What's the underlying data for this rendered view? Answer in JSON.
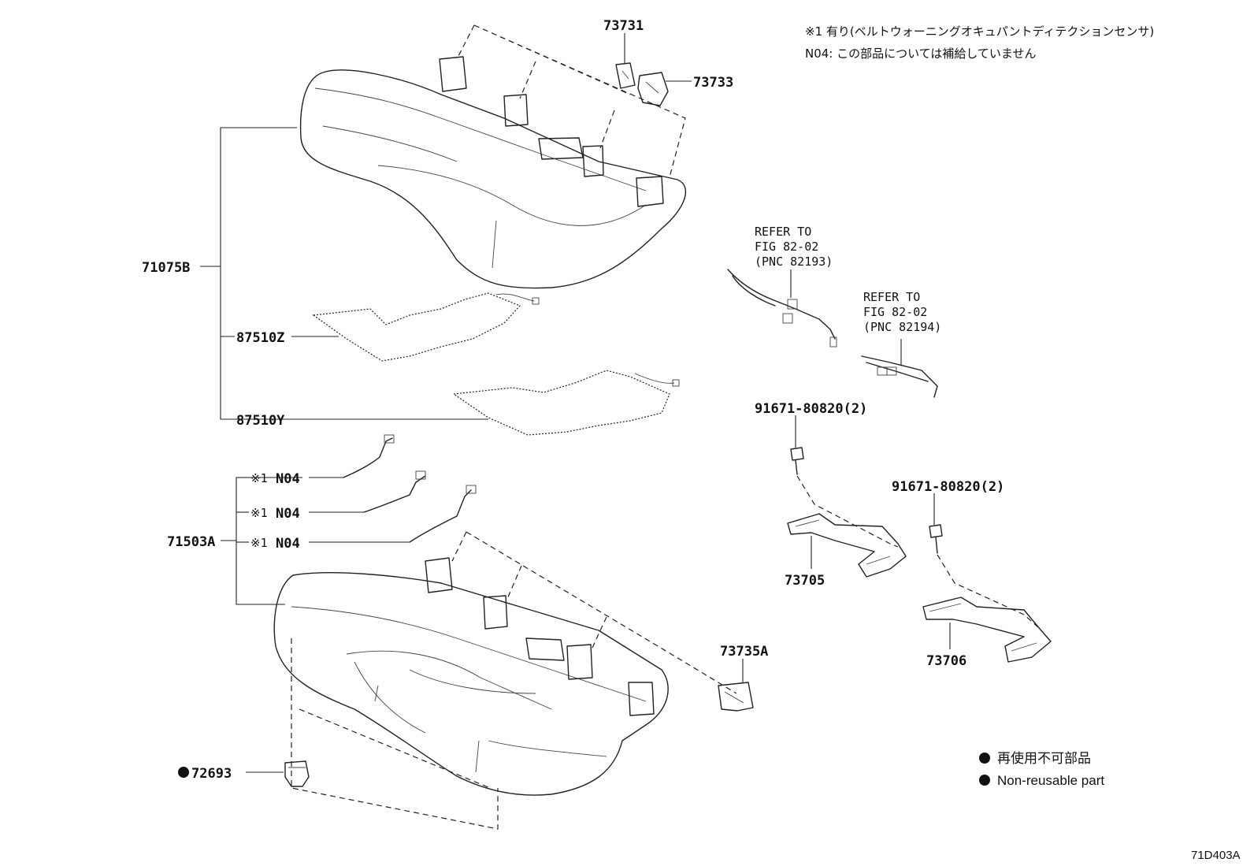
{
  "notes": {
    "line1": "※1  有り(ベルトウォーニングオキュパントディテクションセンサ)",
    "line2": "N04: この部品については補給していません"
  },
  "parts": {
    "p73731": "73731",
    "p73733": "73733",
    "p71075B": "71075B",
    "p87510Z": "87510Z",
    "p87510Y": "87510Y",
    "p71503A": "71503A",
    "n04_1_mark": "※1",
    "n04_1": "N04",
    "n04_2_mark": "※1",
    "n04_2": "N04",
    "n04_3_mark": "※1",
    "n04_3": "N04",
    "p72693": "72693",
    "p73735A": "73735A",
    "p73705": "73705",
    "p73706": "73706",
    "bolt1": "91671-80820(2)",
    "bolt2": "91671-80820(2)"
  },
  "refs": {
    "ref1": [
      "REFER TO",
      "FIG 82-02",
      "(PNC 82193)"
    ],
    "ref2": [
      "REFER TO",
      "FIG 82-02",
      "(PNC 82194)"
    ]
  },
  "legend": {
    "jp": "再使用不可部品",
    "en": "Non-reusable part"
  },
  "figure_code": "71D403A"
}
